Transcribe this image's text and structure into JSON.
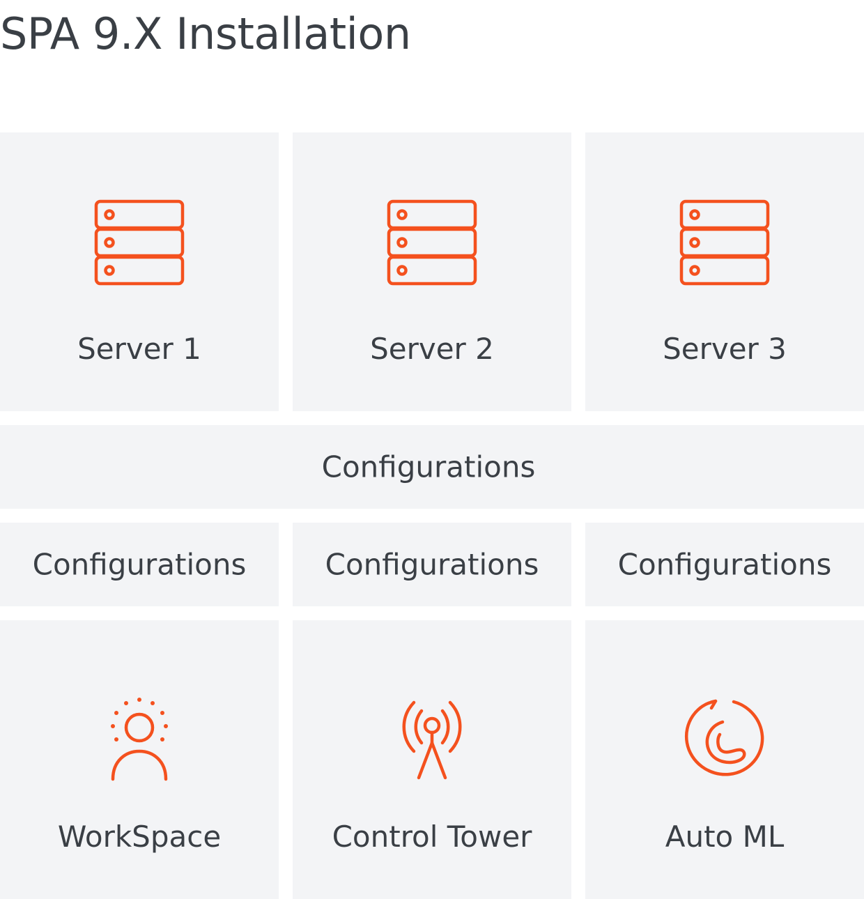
{
  "title": "SPA 9.X Installation",
  "accent_color": "#f4511e",
  "servers": [
    {
      "label": "Server 1",
      "icon": "server-icon"
    },
    {
      "label": "Server 2",
      "icon": "server-icon"
    },
    {
      "label": "Server 3",
      "icon": "server-icon"
    }
  ],
  "config_bar": {
    "label": "Configurations"
  },
  "config_cells": [
    {
      "label": "Configurations"
    },
    {
      "label": "Configurations"
    },
    {
      "label": "Configurations"
    }
  ],
  "modules": [
    {
      "label": "WorkSpace",
      "icon": "workspace-user-icon"
    },
    {
      "label": "Control Tower",
      "icon": "antenna-tower-icon"
    },
    {
      "label": "Auto ML",
      "icon": "refresh-power-icon"
    }
  ]
}
